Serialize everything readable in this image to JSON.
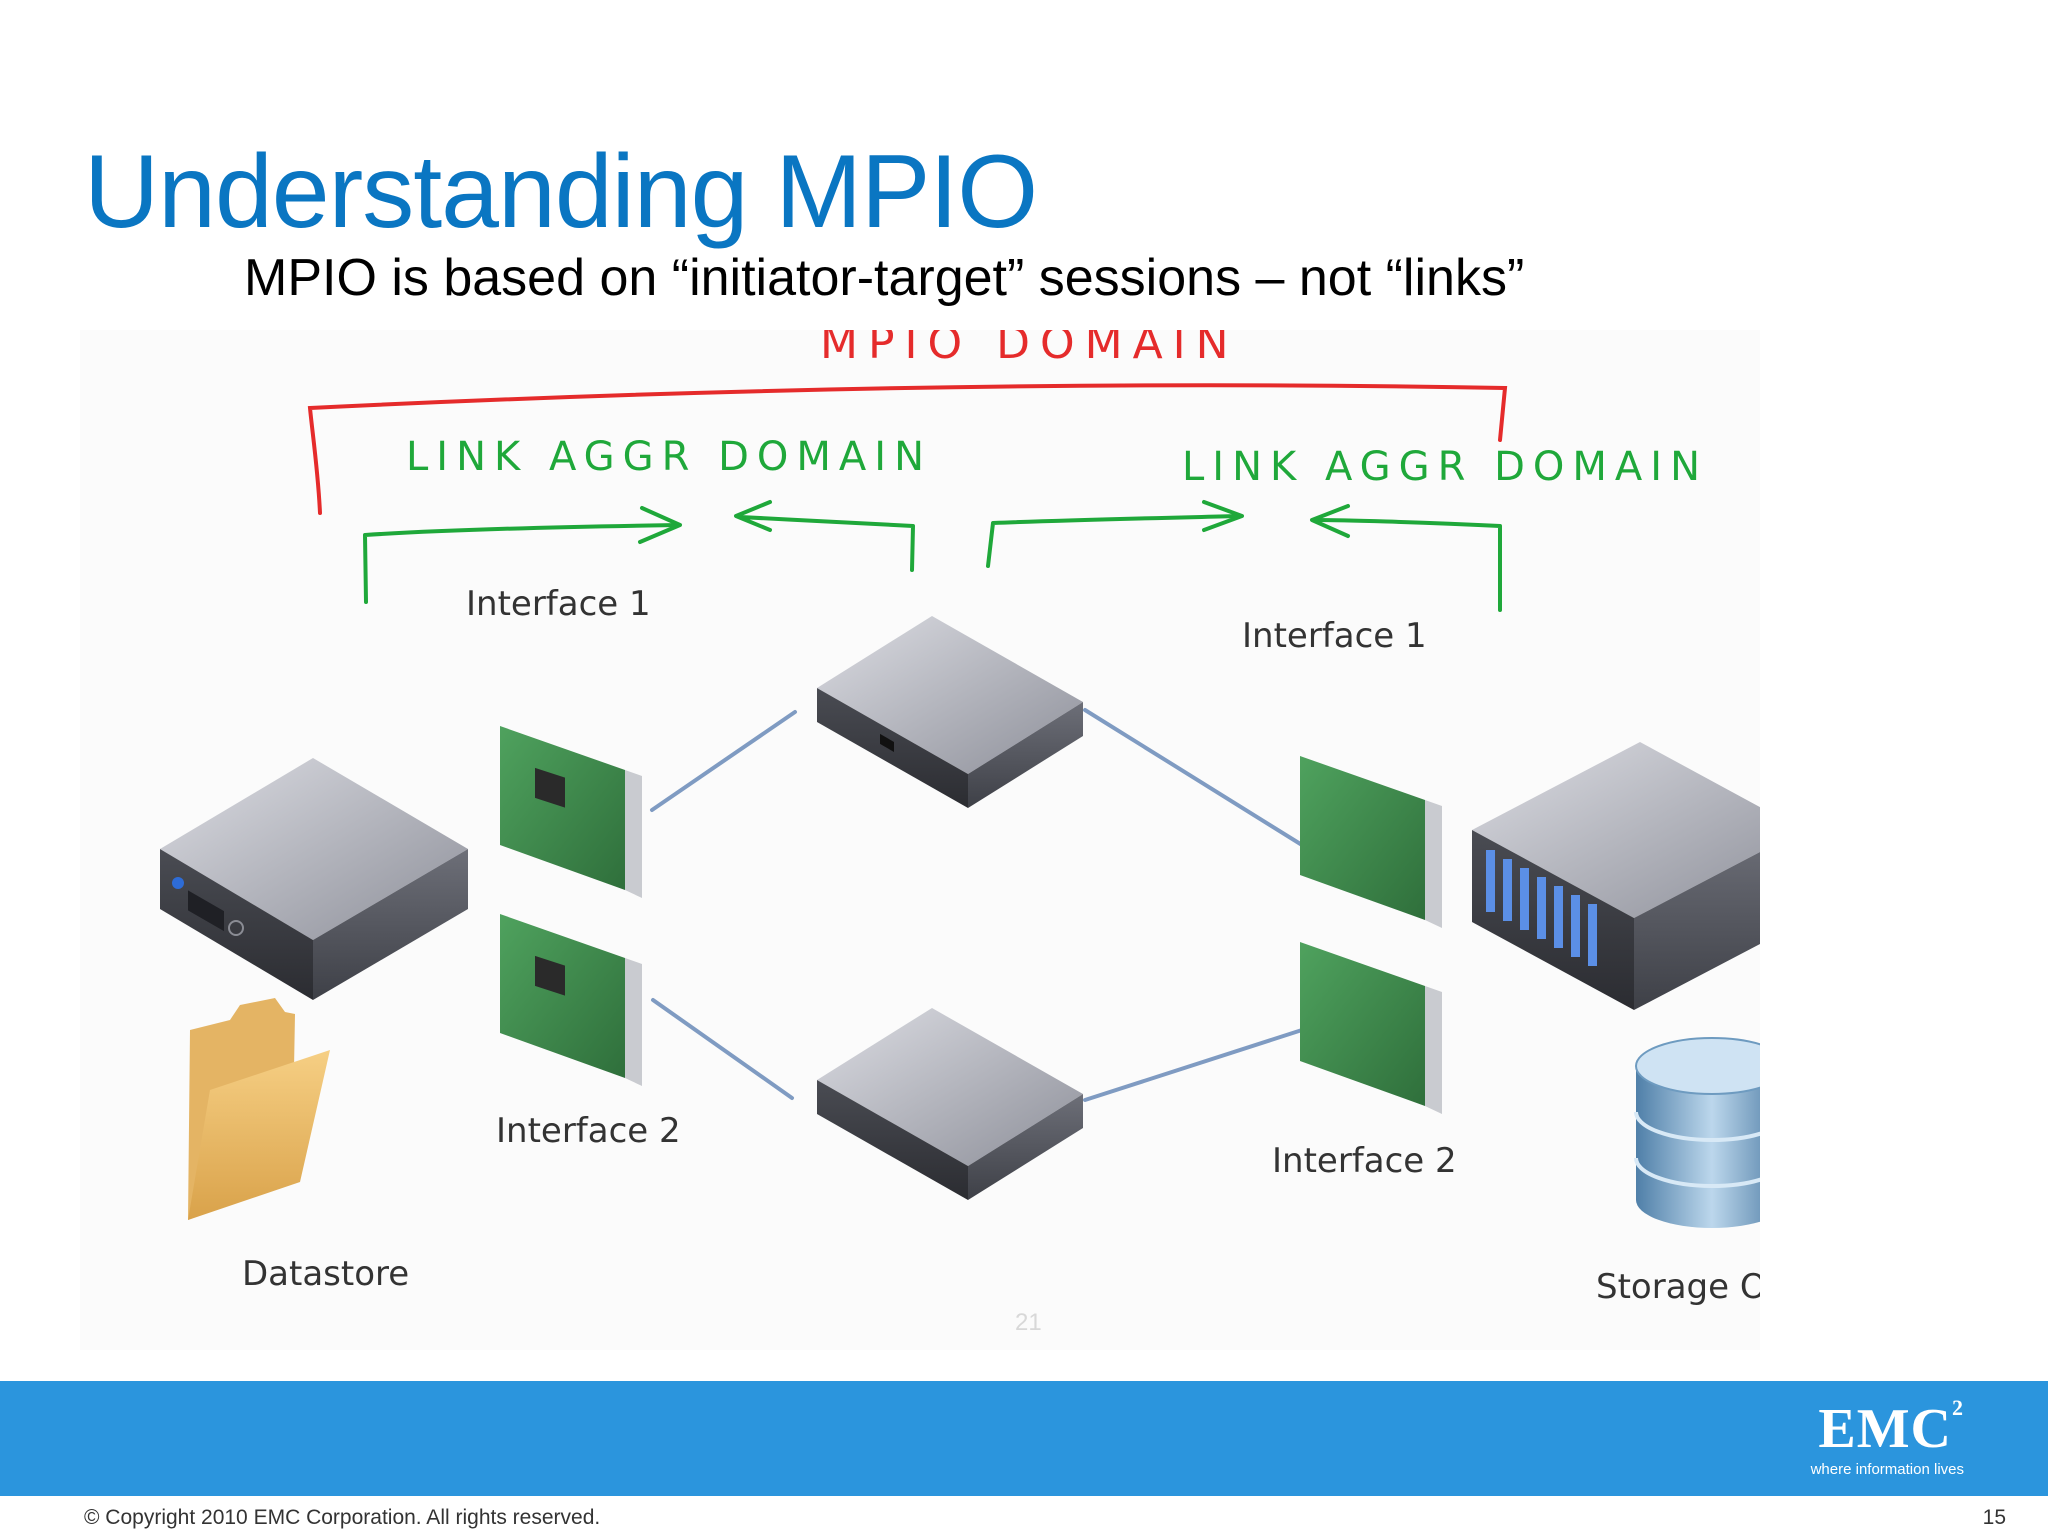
{
  "slide": {
    "title": "Understanding MPIO",
    "subtitle": "MPIO is based on “initiator-target” sessions – not “links”",
    "page_number": "15"
  },
  "diagram": {
    "mpio_domain_label": "MPIO DOMAIN",
    "link_aggr_left_label": "LINK AGGR DOMAIN",
    "link_aggr_right_label": "LINK AGGR DOMAIN",
    "left_interface_1": "Interface 1",
    "left_interface_2": "Interface 2",
    "right_interface_1": "Interface 1",
    "right_interface_2": "Interface 2",
    "datastore_label": "Datastore",
    "storage_object_label": "Storage Object",
    "embedded_page_number": "21"
  },
  "footer": {
    "brand": "EMC",
    "brand_superscript": "2",
    "tagline": "where information lives",
    "copyright": "© Copyright 2010 EMC Corporation. All rights reserved."
  },
  "colors": {
    "title": "#0a76c2",
    "footer_band": "#2b95dd",
    "mpio_bracket": "#e52b2b",
    "link_aggr_arrows": "#1fa83a",
    "link_lines": "#7f9bc2"
  }
}
